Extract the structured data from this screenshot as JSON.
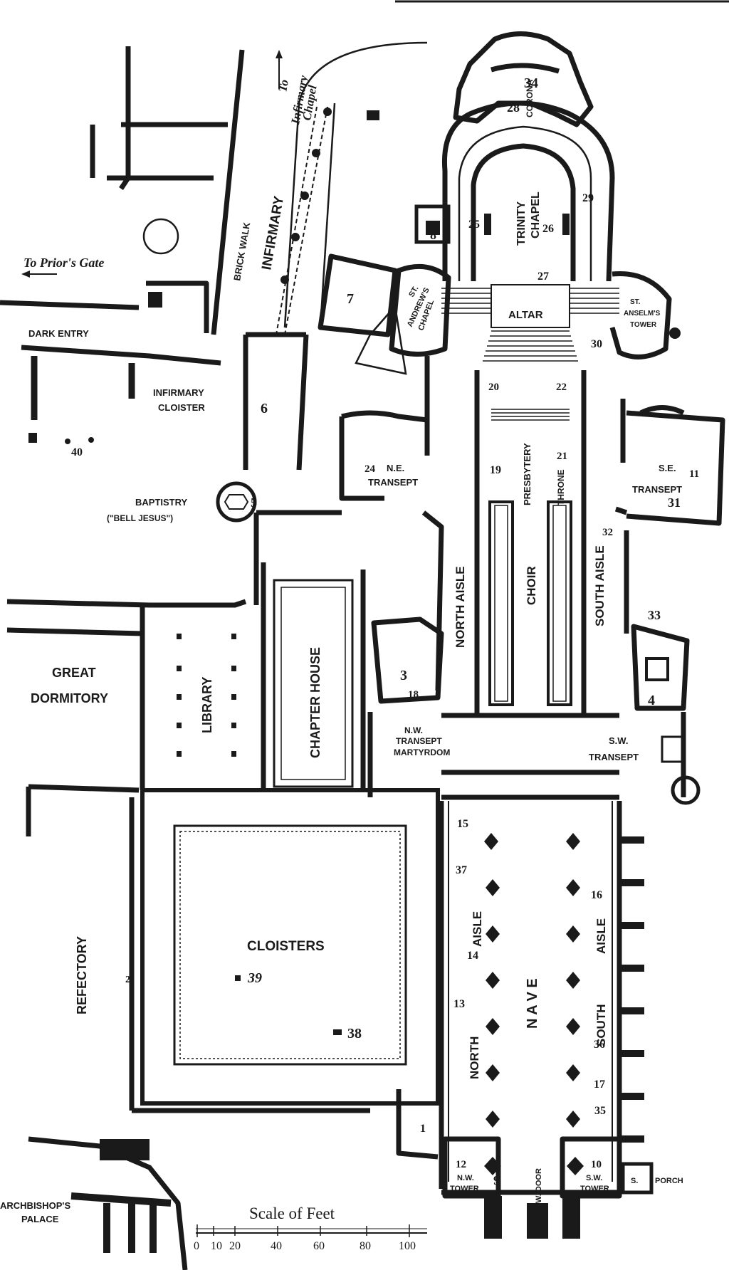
{
  "labels": {
    "to_infirmary_chapel_1": "To",
    "to_infirmary_chapel_2": "Infirmary",
    "to_infirmary_chapel_3": "Chapel",
    "brick_walk": "BRICK WALK",
    "infirmary": "INFIRMARY",
    "to_priors_gate": "To Prior's Gate",
    "dark_entry": "DARK ENTRY",
    "infirmary_cloister_1": "INFIRMARY",
    "infirmary_cloister_2": "CLOISTER",
    "baptistry_1": "BAPTISTRY",
    "baptistry_2": "(\"BELL JESUS\")",
    "st_andrews_1": "ST.",
    "st_andrews_2": "ANDREW'S",
    "st_andrews_3": "CHAPEL",
    "corona": "CORONA",
    "trinity_1": "TRINITY",
    "trinity_2": "CHAPEL",
    "altar": "ALTAR",
    "st_anselms_1": "ST.",
    "st_anselms_2": "ANSELM'S",
    "st_anselms_3": "TOWER",
    "ne_transept_1": "N.E.",
    "ne_transept_2": "TRANSEPT",
    "se_transept_1": "S.E.",
    "se_transept_2": "TRANSEPT",
    "presbytery": "PRESBYTERY",
    "throne": "THRONE",
    "north_aisle_upper": "NORTH AISLE",
    "choir": "CHOIR",
    "south_aisle_upper": "SOUTH AISLE",
    "great_dormitory_1": "GREAT",
    "great_dormitory_2": "DORMITORY",
    "library": "LIBRARY",
    "chapter_house": "CHAPTER HOUSE",
    "nw_transept_1": "N.W.",
    "nw_transept_2": "TRANSEPT",
    "nw_transept_3": "MARTYRDOM",
    "sw_transept_1": "S.W.",
    "sw_transept_2": "TRANSEPT",
    "refectory": "REFECTORY",
    "cloisters": "CLOISTERS",
    "nave": "N A V E",
    "north_aisle_lower_1": "AISLE",
    "north_aisle_lower_2": "NORTH",
    "south_aisle_lower_1": "AISLE",
    "south_aisle_lower_2": "SOUTH",
    "nw_tower_1": "N.W.",
    "nw_tower_2": "TOWER",
    "sw_tower_1": "S.W.",
    "sw_tower_2": "TOWER",
    "w_door": "W. DOOR",
    "s_porch_1": "S.",
    "s_porch_2": "PORCH",
    "archbishops_palace_1": "ARCHBISHOP'S",
    "archbishops_palace_2": "PALACE"
  },
  "numbers": {
    "n1": "1",
    "n2": "2",
    "n3": "3",
    "n4": "4",
    "n5": "5",
    "n6": "6",
    "n7": "7",
    "n8": "8",
    "n9": "9",
    "n10": "10",
    "n11": "11",
    "n12": "12",
    "n13": "13",
    "n14": "14",
    "n15": "15",
    "n16": "16",
    "n17": "17",
    "n18": "18",
    "n19": "19",
    "n20": "20",
    "n21": "21",
    "n22": "22",
    "n24": "24",
    "n25": "25",
    "n26": "26",
    "n27": "27",
    "n28": "28",
    "n29": "29",
    "n30": "30",
    "n31": "31",
    "n32": "32",
    "n33": "33",
    "n34": "34",
    "n35": "35",
    "n36": "36",
    "n37": "37",
    "n38": "38",
    "n39": "39",
    "n40": "40"
  },
  "scale": {
    "title": "Scale of Feet",
    "ticks": [
      "0",
      "10",
      "20",
      "40",
      "60",
      "80",
      "100"
    ]
  },
  "colors": {
    "ink": "#1a1a1a",
    "paper": "#ffffff"
  }
}
